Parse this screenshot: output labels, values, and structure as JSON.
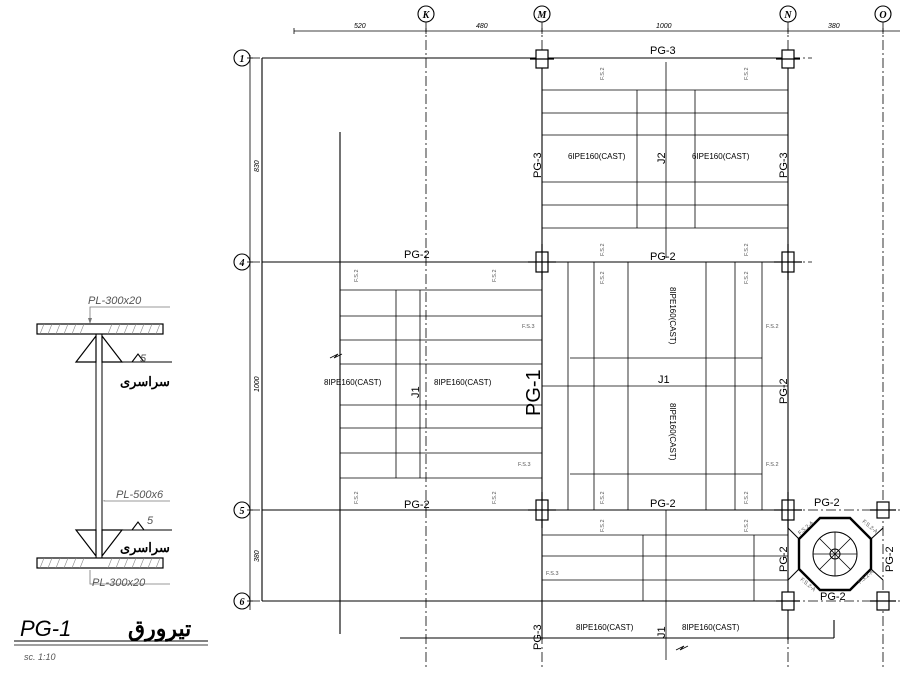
{
  "section": {
    "plate_top": "PL-300x20",
    "plate_web": "PL-500x6",
    "plate_bottom": "PL-300x20",
    "weld_size_top": "5",
    "weld_size_bottom": "5",
    "weld_text_top": "سراسری",
    "weld_text_bottom": "سراسری",
    "title_code": "PG-1",
    "title_persian": "تیرورق",
    "scale": "sc. 1:10"
  },
  "axes": {
    "columns": [
      "K",
      "M",
      "N",
      "O"
    ],
    "rows": [
      "1",
      "4",
      "5",
      "6"
    ]
  },
  "dimensions": {
    "top": [
      "520",
      "480",
      "1000",
      "380"
    ],
    "left": [
      "830",
      "1000",
      "380"
    ]
  },
  "labels": {
    "pg3_top": "PG-3",
    "pg3_left": "PG-3",
    "pg3_right": "PG-3",
    "pg3_bottom": "PG-3",
    "pg2_row4_left": "PG-2",
    "pg2_row4_right": "PG-2",
    "pg2_row5_left": "PG-2",
    "pg2_row5_right": "PG-2",
    "pg2_right_mid": "PG-2",
    "pg1_center": "PG-1",
    "j1_center": "J1",
    "j1_left": "J1",
    "j1_bottom": "J1",
    "j2_top": "J2",
    "beam_top_left": "6IPE160(CAST)",
    "beam_top_right": "6IPE160(CAST)",
    "beam_mid_left_a": "8IPE160(CAST)",
    "beam_mid_left_b": "8IPE160(CAST)",
    "beam_mid_upper": "8IPE160(CAST)",
    "beam_mid_lower": "8IPE160(CAST)",
    "beam_bottom_left": "8IPE160(CAST)",
    "beam_bottom_right": "8IPE160(CAST)",
    "corner_pg2_top": "PG-2",
    "corner_pg2_left": "PG-2",
    "corner_pg2_right": "PG-2",
    "corner_pg2_bottom": "PG-2",
    "connection_tag": "F.S.2",
    "connection_tag_b": "F.S.3",
    "oct_tag": "F.S.2-A"
  }
}
